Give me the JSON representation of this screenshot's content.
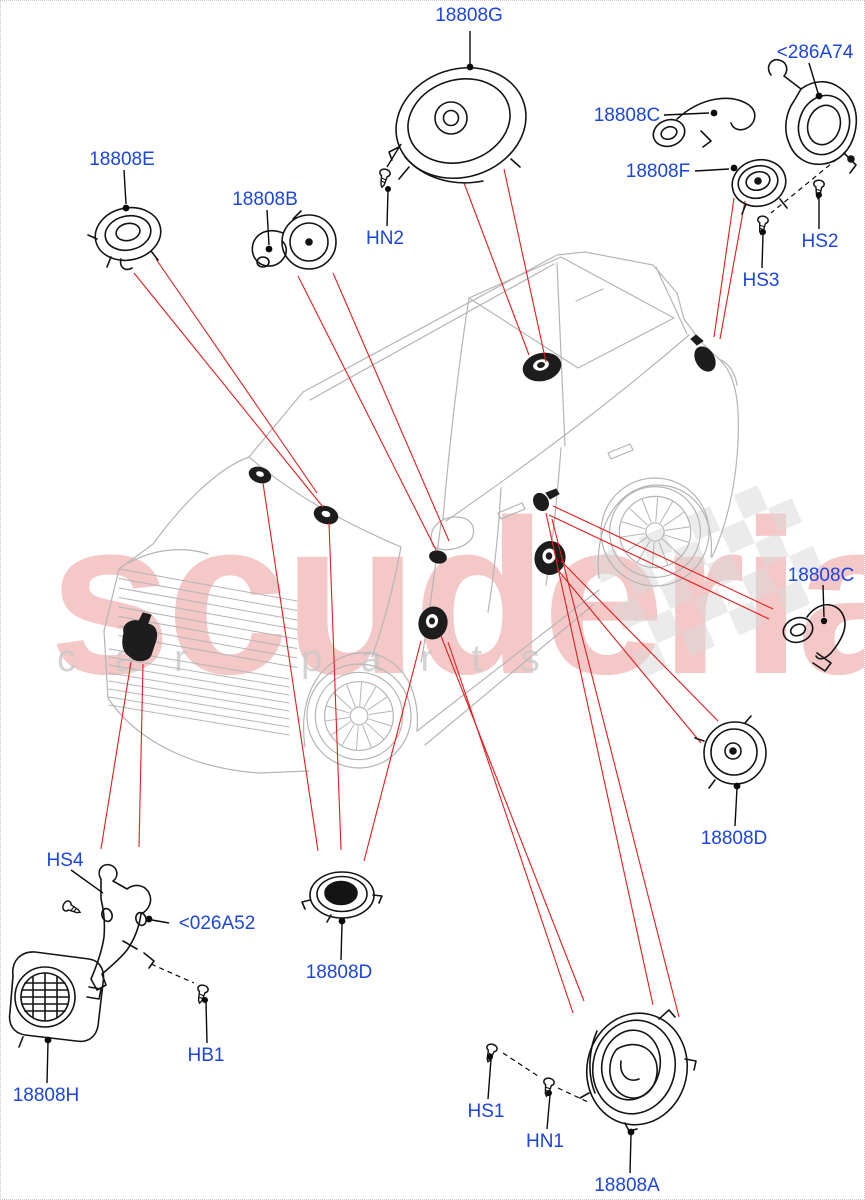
{
  "title": "Audio Equipment - Speakers parts diagram",
  "watermark": {
    "brand": "scuderia",
    "caption_left": "c a r",
    "caption_right": "p a r t s"
  },
  "labels": {
    "g18808G": "18808G",
    "lt286A74": "<286A74",
    "c18808C_top": "18808C",
    "f18808F": "18808F",
    "hn2": "HN2",
    "hs2": "HS2",
    "hs3": "HS3",
    "e18808E": "18808E",
    "b18808B": "18808B",
    "c18808C_right": "18808C",
    "d18808D_right": "18808D",
    "hs4": "HS4",
    "lt026A52": "<026A52",
    "hb1": "HB1",
    "h18808H": "18808H",
    "d18808D_bottom": "18808D",
    "hs1": "HS1",
    "hn1": "HN1",
    "a18808A": "18808A"
  },
  "colors": {
    "label_blue": "#1c45e6",
    "leader_red": "#e51c1c",
    "car_outline": "#b5b5b5",
    "part_ink": "#141414",
    "watermark_pink": "#eaa8a8",
    "watermark_gray": "#cfcfcf",
    "flag_gray": "#d8d8d8"
  }
}
